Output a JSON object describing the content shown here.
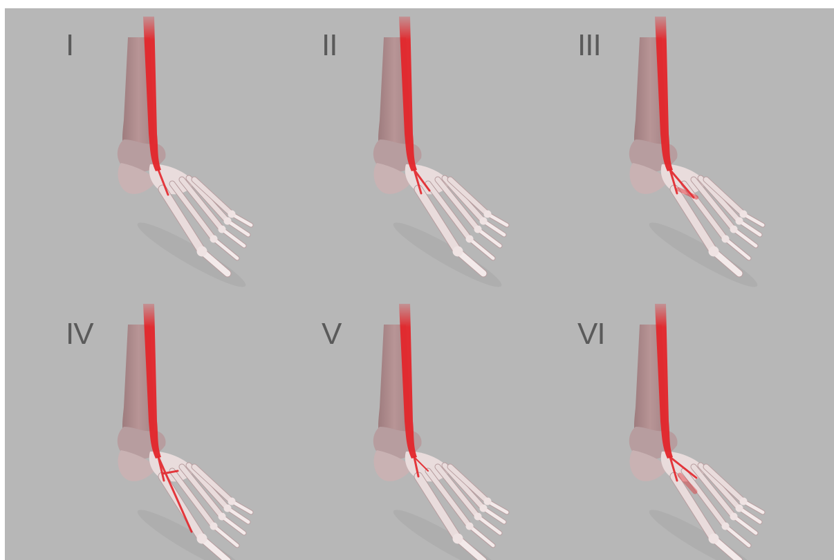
{
  "figure": {
    "background": "#b7b7b7",
    "panels": [
      {
        "label": "I",
        "tendon_variant": 1
      },
      {
        "label": "II",
        "tendon_variant": 2
      },
      {
        "label": "III",
        "tendon_variant": 3
      },
      {
        "label": "IV",
        "tendon_variant": 4
      },
      {
        "label": "V",
        "tendon_variant": 5
      },
      {
        "label": "VI",
        "tendon_variant": 6
      }
    ],
    "colors": {
      "bone": "#e9dcdc",
      "bone_shadow": "#b79d9f",
      "tibia": "#b89596",
      "tendon": "#e3262b",
      "label": "#5a5a5a"
    }
  }
}
